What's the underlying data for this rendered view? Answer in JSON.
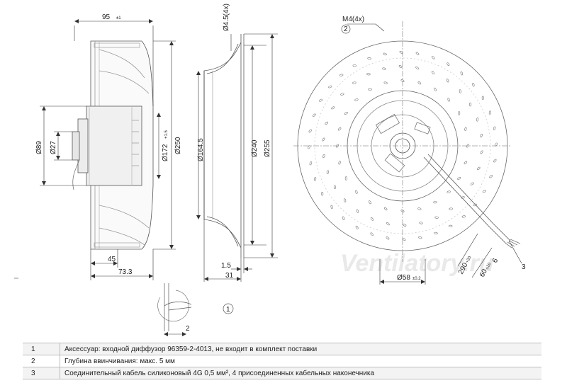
{
  "drawing": {
    "side_view": {
      "width_dim": "95",
      "width_tol": "±1",
      "hub_diam": "Ø89",
      "shaft_diam": "Ø27",
      "inner_diam": "Ø172",
      "inner_tol": "+1.5",
      "outer_diam": "Ø250",
      "bottom_dim_1": "45",
      "bottom_dim_2": "73.3",
      "detail_dim": "2"
    },
    "diffuser_view": {
      "hole_dim": "Ø4.5(4x)",
      "inner_diam": "Ø164.5",
      "mid_diam": "Ø240",
      "outer_diam": "Ø255",
      "bottom_dim_1": "1.5",
      "bottom_dim_2": "31",
      "callout_1": "1"
    },
    "front_view": {
      "thread_label": "M4(4x)",
      "callout_2": "2",
      "center_diam": "Ø58",
      "center_tol": "±0.2",
      "cable_len_1": "290",
      "cable_len_1_tol": "+20",
      "cable_len_2": "60",
      "cable_len_2_tol": "±10",
      "cable_len_3": "6",
      "callout_3": "3"
    },
    "watermark": "Ventilatory.ru"
  },
  "notes": [
    {
      "num": "1",
      "text": "Аксессуар: входной диффузор 96359-2-4013, не входит в комплект поставки"
    },
    {
      "num": "2",
      "text": "Глубина ввинчивания: макс. 5 мм"
    },
    {
      "num": "3",
      "text": "Соединительный кабель силиконовый 4G 0,5 мм², 4 присоединенных кабельных наконечника"
    }
  ]
}
